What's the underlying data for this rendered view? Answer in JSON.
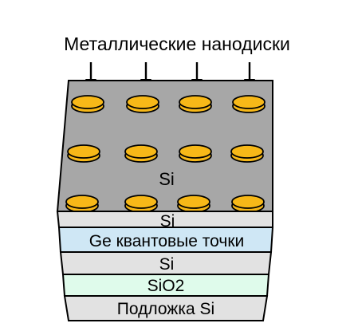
{
  "title": "Металлические нанодиски",
  "top_surface_label": "Si",
  "layers": [
    {
      "label": "Si",
      "color": "#e2e2e2"
    },
    {
      "label": "Ge квантовые точки",
      "color": "#cfe7f5"
    },
    {
      "label": "Si",
      "color": "#e2e2e2"
    },
    {
      "label": "SiO2",
      "color": "#dffbeb"
    },
    {
      "label": "Подложка Si",
      "color": "#e2e2e2"
    }
  ],
  "colors": {
    "top_surface": "#a7a7a7",
    "disk_fill": "#f7b818",
    "disk_edge": "#000000",
    "outline": "#000000",
    "arrow": "#000000"
  }
}
